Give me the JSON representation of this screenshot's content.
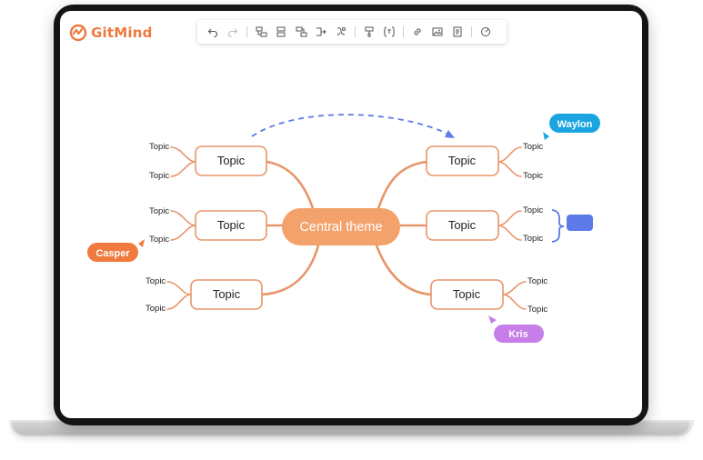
{
  "app": {
    "name": "GitMind"
  },
  "toolbar": {
    "buttons": [
      "undo-icon",
      "redo-icon",
      "insert-child-icon",
      "insert-sibling-icon",
      "insert-parent-icon",
      "relationship-icon",
      "summary-icon",
      "boundary-icon",
      "format-painter-icon",
      "formula-icon",
      "link-icon",
      "image-icon",
      "note-icon",
      "style-icon"
    ]
  },
  "mindmap": {
    "central": "Central  theme",
    "topic_label": "Topic",
    "subtopic_label": "Topic"
  },
  "collaborators": [
    {
      "name": "Waylon",
      "color": "#1ba5e0"
    },
    {
      "name": "Casper",
      "color": "#ef7a3e"
    },
    {
      "name": "Kris",
      "color": "#c77ee8"
    }
  ],
  "colors": {
    "accent": "#ef7a3e",
    "branch": "#e8956b",
    "central_fill": "#f3a26b",
    "relationship": "#5d7ae8",
    "summary": "#5d7ae8"
  }
}
